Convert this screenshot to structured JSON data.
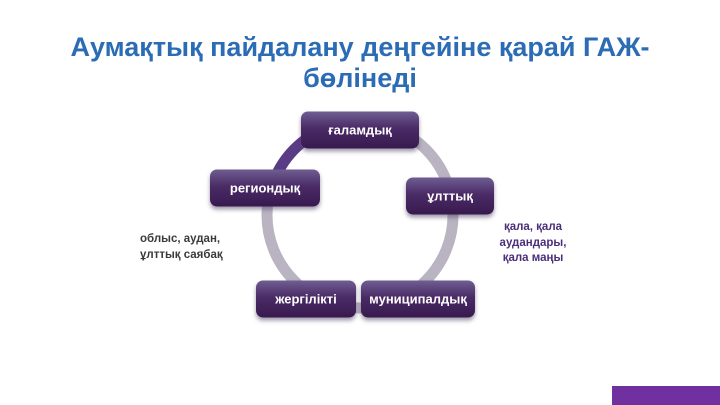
{
  "title": "Аумақтық пайдалану деңгейіне қарай ГАЖ-бөлінеді",
  "diagram": {
    "nodes": [
      {
        "id": "global",
        "label": "ғаламдық"
      },
      {
        "id": "national",
        "label": "ұлттық"
      },
      {
        "id": "municipal",
        "label": "муниципалдық"
      },
      {
        "id": "local",
        "label": "жергілікті"
      },
      {
        "id": "regional",
        "label": "региондық"
      }
    ],
    "annotation_left": "облыс, аудан,\nұлттық саябақ",
    "annotation_right": "қала, қала\nаудандары,\nқала маңы"
  },
  "colors": {
    "title_text": "#2b6cb5",
    "node_fill": "#46265f",
    "node_text": "#ffffff",
    "ring": "#b9b3c2",
    "arrow": "#5a3b86",
    "annotation_left_text": "#3a3a3a",
    "annotation_right_text": "#4b2e7a",
    "corner_bar": "#7030a0"
  }
}
